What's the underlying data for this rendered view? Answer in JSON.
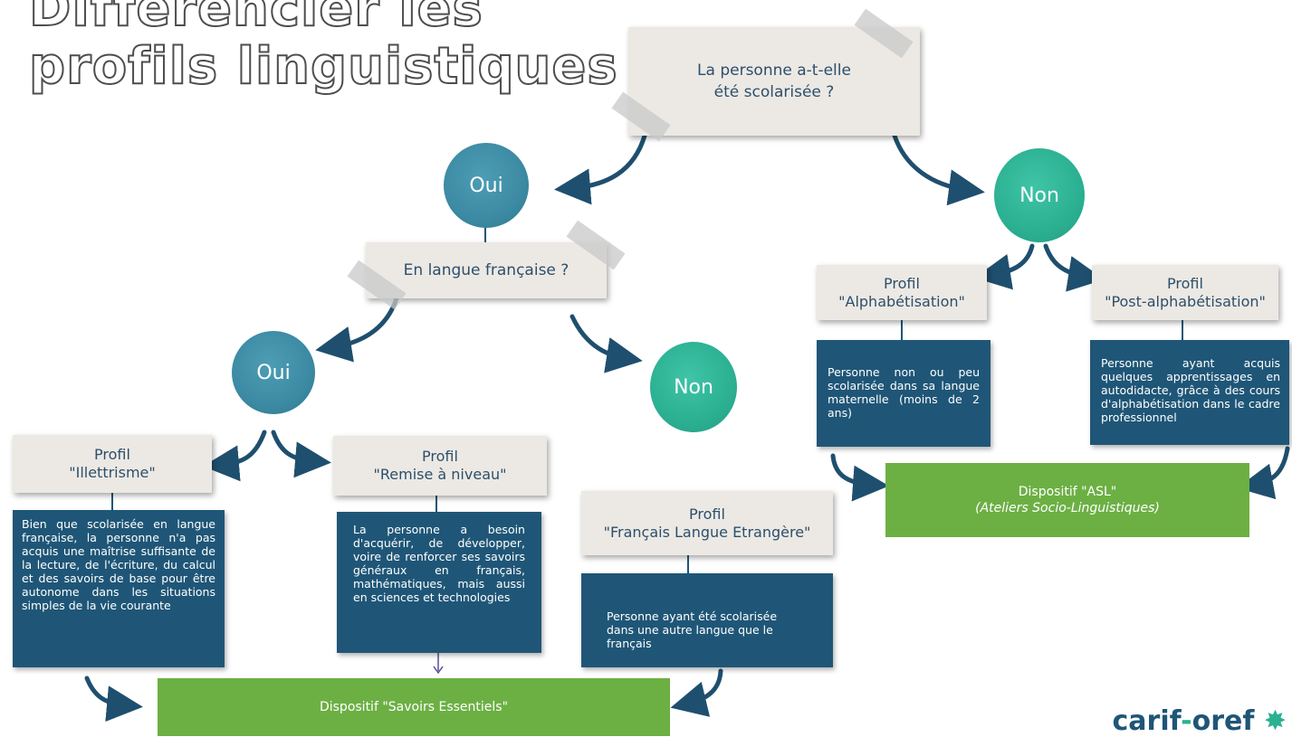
{
  "title": {
    "line1": "Différencier les",
    "line2": "profils linguistiques"
  },
  "question_schooled": {
    "line1": "La personne a-t-elle",
    "line2": "été scolarisée ?"
  },
  "answer_yes_1": "Oui",
  "answer_no_1": "Non",
  "question_french": "En langue française ?",
  "answer_yes_2": "Oui",
  "answer_no_2": "Non",
  "profile_illettrisme": {
    "line1": "Profil",
    "line2": "\"Illettrisme\""
  },
  "profile_remise": {
    "line1": "Profil",
    "line2": "\"Remise à niveau\""
  },
  "profile_fle": {
    "line1": "Profil",
    "line2": "\"Français Langue Etrangère\""
  },
  "profile_alpha": {
    "line1": "Profil",
    "line2": "\"Alphabétisation\""
  },
  "profile_post_alpha": {
    "line1": "Profil",
    "line2": "\"Post-alphabétisation\""
  },
  "desc_illettrisme": "Bien que scolarisée en langue française, la personne n'a pas acquis une maîtrise suffisante de la lecture, de l'écriture, du calcul et des savoirs de base pour être autonome dans les situations simples de la vie courante",
  "desc_remise": "La personne a besoin d'acquérir, de développer, voire de renforcer ses savoirs généraux en français, mathématiques, mais aussi en sciences et technologies",
  "desc_fle": "Personne ayant été scolarisée dans une autre langue que le français",
  "desc_alpha": "Personne non ou peu scolarisée dans sa langue maternelle (moins de 2 ans)",
  "desc_post_alpha": "Personne ayant acquis quelques apprentissages en autodidacte, grâce à des cours d'alphabétisation dans le cadre professionnel",
  "dispositif_se": "Dispositif \"Savoirs Essentiels\"",
  "dispositif_asl": {
    "line1": "Dispositif \"ASL\"",
    "line2": "(Ateliers Socio-Linguistiques)"
  },
  "logo": {
    "part1": "carif",
    "dash": "-",
    "part2": "oref"
  },
  "colors": {
    "navy": "#1f5677",
    "teal": "#3c8aa3",
    "mint": "#2cb092",
    "green": "#6cb044",
    "note": "#ece9e4",
    "arrow": "#1f4f6e"
  }
}
